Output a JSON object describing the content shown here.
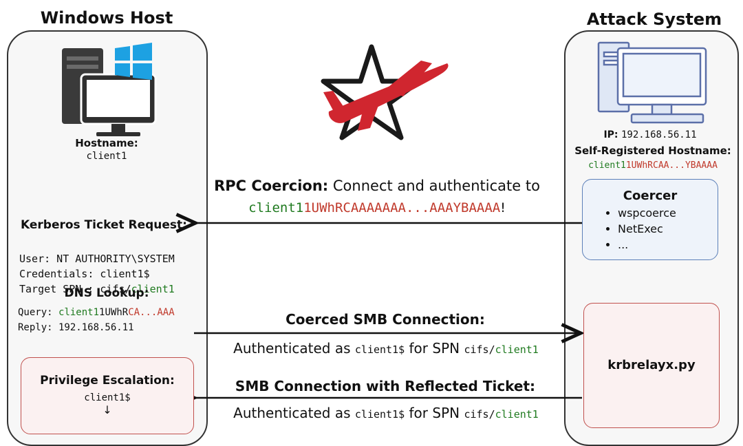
{
  "win": {
    "title": "Windows Host",
    "hostname_label": "Hostname:",
    "hostname_value": "client1",
    "kerberos_title": "Kerberos Ticket Request:",
    "kerberos_user": "User: NT AUTHORITY\\SYSTEM",
    "kerberos_creds": "Credentials: client1$",
    "kerberos_spn_prefix": "Target SPN : cifs/",
    "kerberos_spn_host": "client1",
    "dns_title": "DNS Lookup:",
    "dns_query_prefix": "Query: ",
    "dns_query_green": "client1",
    "dns_query_black": "1UWhR",
    "dns_query_red": "CA...AAA",
    "dns_reply": "Reply: 192.168.56.11",
    "privesc_title": "Privilege Escalation:",
    "privesc_line": "client1$",
    "privesc_arrow": "↓"
  },
  "attack": {
    "title": "Attack System",
    "ip_label": "IP:",
    "ip_value": "192.168.56.11",
    "selfreg_label": "Self-Registered Hostname:",
    "selfreg_green": "client1",
    "selfreg_red": "1UWhRCAA...YBAAAA",
    "coercer_title": "Coercer",
    "coercer_items": [
      "wspcoerce",
      "NetExec",
      "..."
    ],
    "krbrelay": "krbrelayx.py"
  },
  "flows": {
    "rpc_bold": "RPC Coercion:",
    "rpc_text": " Connect and authenticate to",
    "rpc_green": "client1",
    "rpc_red": "1UWhRCAAAAAAA...AAAYBAAAA",
    "rpc_end": "!",
    "smb1_title": "Coerced SMB Connection:",
    "smb1_auth": "Authenticated as ",
    "smb1_acct": "client1$",
    "smb1_spn": " for SPN ",
    "smb1_cifs": "cifs/",
    "smb1_host": "client1",
    "smb2_title": "SMB Connection with Reflected Ticket:",
    "smb2_auth": "Authenticated as ",
    "smb2_acct": "client1$",
    "smb2_spn": " for SPN ",
    "smb2_cifs": "cifs/",
    "smb2_host": "client1"
  },
  "colors": {
    "green": "#1f7a1f",
    "red": "#c0392b",
    "blue_box": "#5b7fb8",
    "red_box": "#c0504d",
    "windows_blue": "#1da1e2"
  },
  "icons": [
    "server-icon",
    "windows-logo-icon",
    "monitor-icon",
    "star-plane-logo",
    "workstation-icon"
  ]
}
